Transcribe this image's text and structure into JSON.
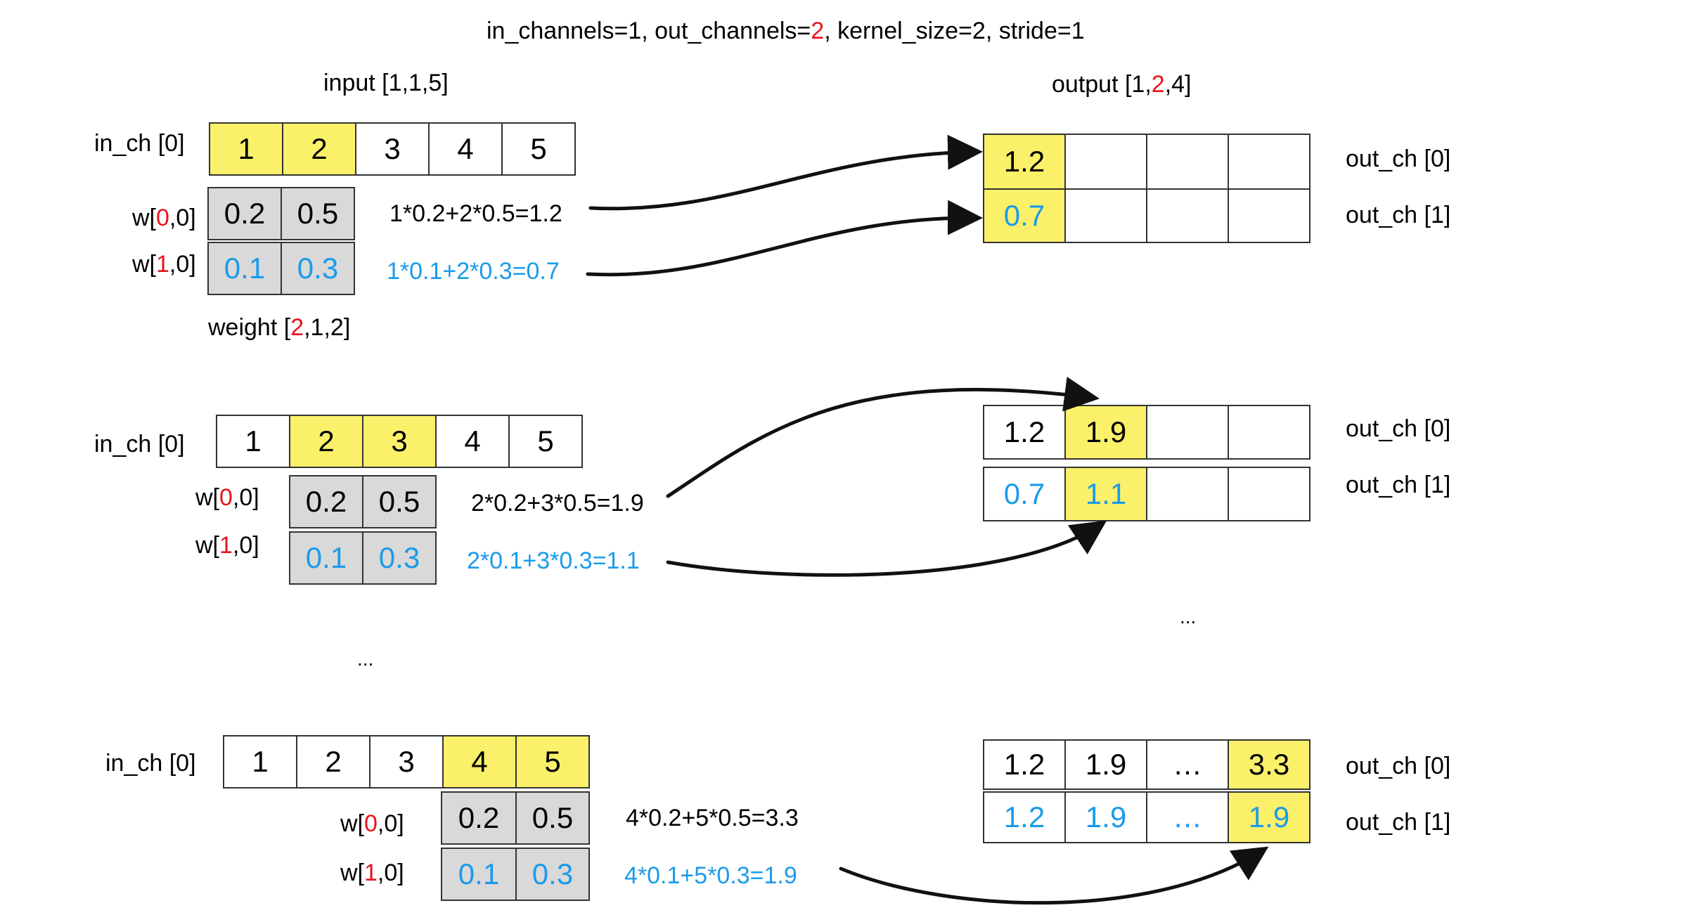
{
  "title": {
    "p1": "in_channels=1, out_channels=",
    "out_ch_value": "2",
    "p2": ", kernel_size=2, stride=1"
  },
  "input_label": {
    "pre": "input [",
    "v": "1,1,5",
    "post": "]"
  },
  "output_label": {
    "pre": "output [1,",
    "red": "2",
    "post": ",4]"
  },
  "weight_label": {
    "pre": "weight [",
    "red": "2",
    "post": ",1,2]"
  },
  "in_ch_label": "in_ch [0]",
  "out_ch0_label": "out_ch [0]",
  "out_ch1_label": "out_ch [1]",
  "w0": {
    "a": "w[",
    "r": "0",
    "b": ",0]"
  },
  "w1": {
    "a": "w[",
    "r": "1",
    "b": ",0]"
  },
  "input_values": [
    "1",
    "2",
    "3",
    "4",
    "5"
  ],
  "weights": {
    "w00": [
      "0.2",
      "0.5"
    ],
    "w10": [
      "0.1",
      "0.3"
    ]
  },
  "steps": [
    {
      "eq0": "1*0.2+2*0.5=1.2",
      "eq1": "1*0.1+2*0.3=0.7",
      "out0": [
        "1.2",
        "",
        "",
        ""
      ],
      "out1": [
        "0.7",
        "",
        "",
        ""
      ]
    },
    {
      "eq0": "2*0.2+3*0.5=1.9",
      "eq1": "2*0.1+3*0.3=1.1",
      "out0": [
        "1.2",
        "1.9",
        "",
        ""
      ],
      "out1": [
        "0.7",
        "1.1",
        "",
        ""
      ]
    },
    {
      "eq0": "4*0.2+5*0.5=3.3",
      "eq1": "4*0.1+5*0.3=1.9",
      "out0": [
        "1.2",
        "1.9",
        "…",
        "3.3"
      ],
      "out1": [
        "1.2",
        "1.9",
        "…",
        "1.9"
      ]
    }
  ],
  "ellipsis": "...",
  "colors": {
    "highlight": "#faf06a",
    "weight_bg": "#d9d9d9",
    "blue": "#1a9bea",
    "red": "#e8141c"
  }
}
